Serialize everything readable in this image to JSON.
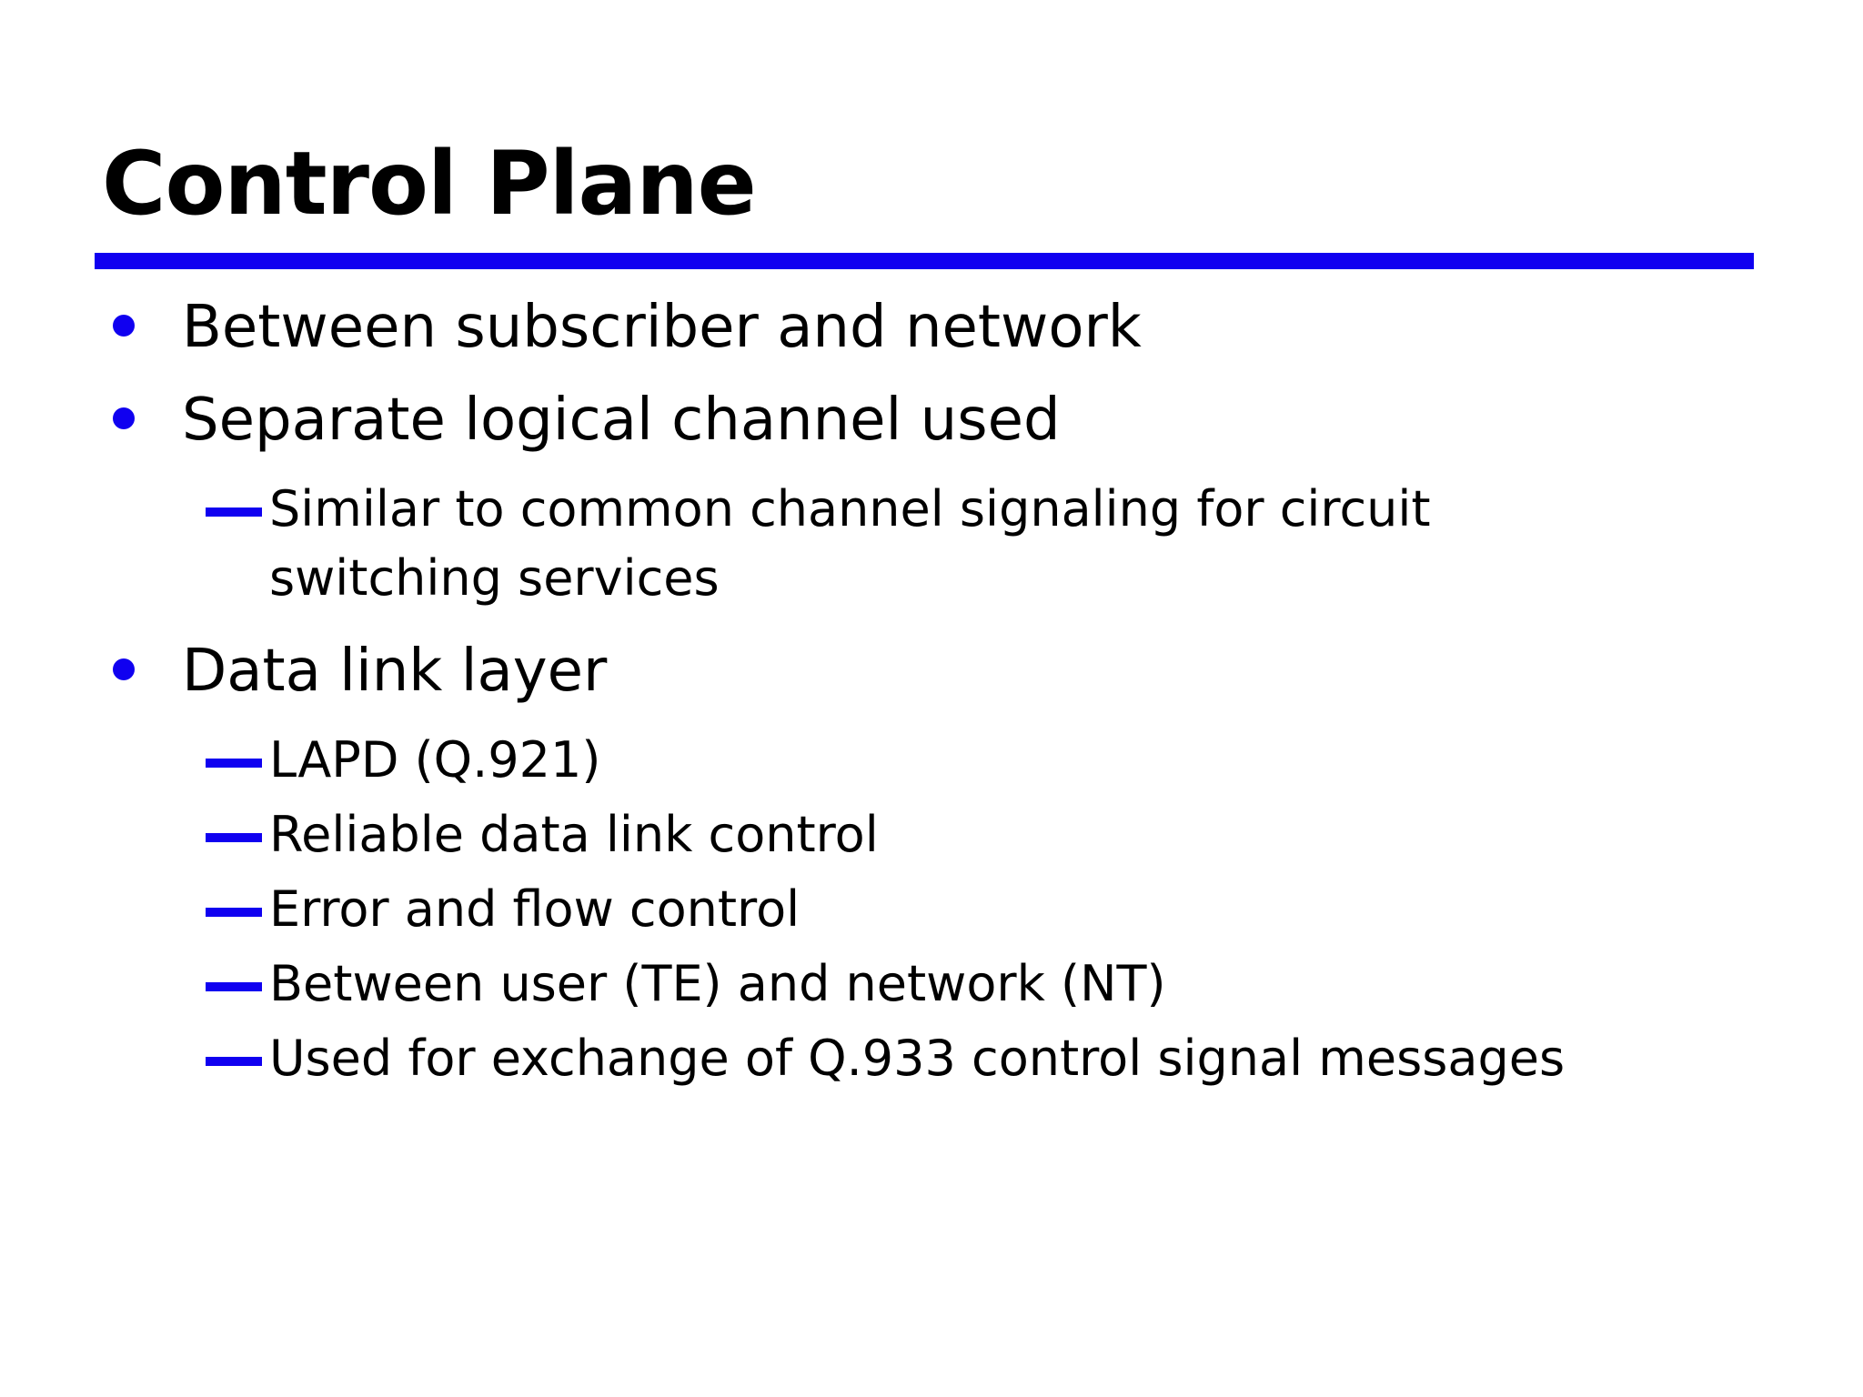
{
  "slide": {
    "title": "Control Plane",
    "accent_color": "#1000F0",
    "text_color": "#000000",
    "background_color": "#FFFFFF",
    "rule": {
      "color": "#1000F0"
    },
    "bullets": [
      {
        "level": 1,
        "marker": "disc",
        "text": "Between subscriber and network"
      },
      {
        "level": 1,
        "marker": "disc",
        "text": "Separate logical channel used"
      },
      {
        "level": 2,
        "marker": "em-dash",
        "text": "Similar to common channel signaling for circuit switching services"
      },
      {
        "level": 1,
        "marker": "disc",
        "text": "Data link layer"
      },
      {
        "level": 2,
        "marker": "em-dash",
        "text": "LAPD (Q.921)"
      },
      {
        "level": 2,
        "marker": "em-dash",
        "text": "Reliable data link control"
      },
      {
        "level": 2,
        "marker": "em-dash",
        "text": "Error and flow control"
      },
      {
        "level": 2,
        "marker": "em-dash",
        "text": "Between user (TE) and network (NT)"
      },
      {
        "level": 2,
        "marker": "em-dash",
        "text": "Used for exchange of Q.933 control signal messages"
      }
    ]
  }
}
